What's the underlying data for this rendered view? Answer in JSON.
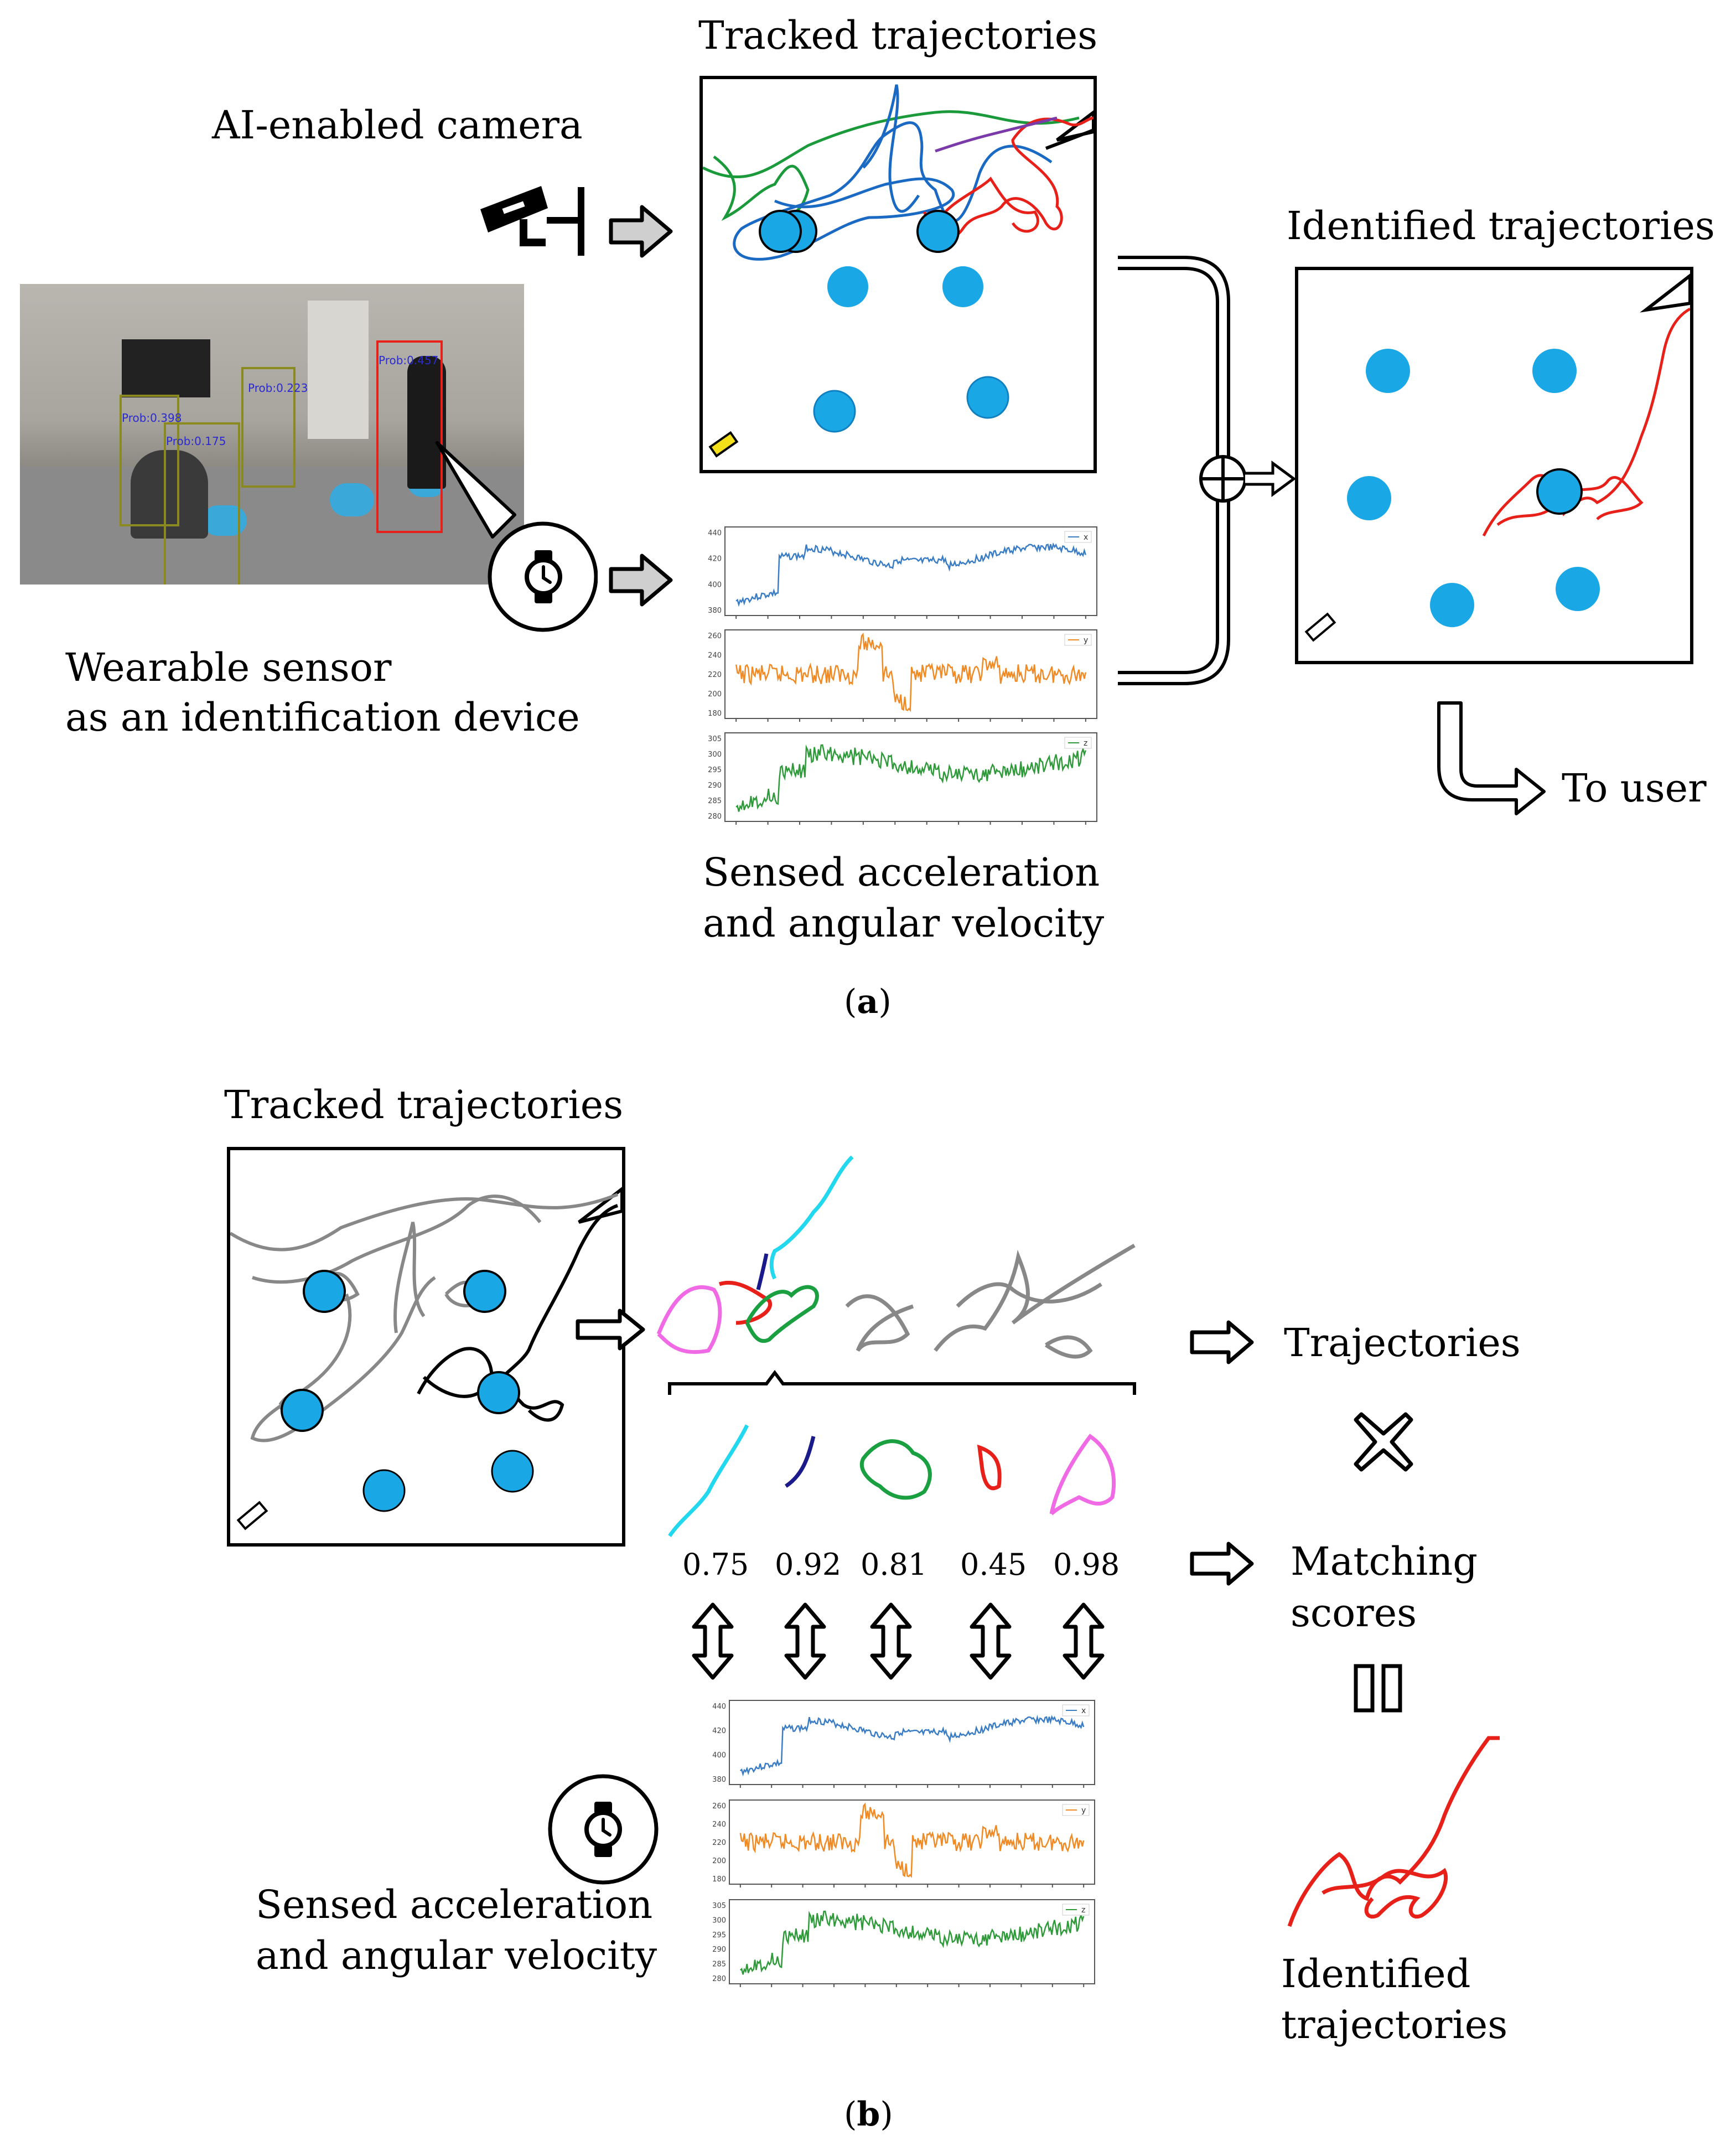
{
  "panel_a": {
    "camera_label": "AI-enabled camera",
    "tracked_title": "Tracked trajectories",
    "identified_title": "Identified trajectories",
    "wearable_label_line1": "Wearable sensor",
    "wearable_label_line2": "as an identification device",
    "sensed_line1": "Sensed acceleration",
    "sensed_line2": "and angular velocity",
    "to_user": "To user",
    "caption": "a",
    "photo_labels": [
      "Prob:0.457",
      "Prob:0.223",
      "Prob:0.398",
      "Prob:0.175"
    ]
  },
  "panel_b": {
    "tracked_title": "Tracked trajectories",
    "trajectories_label": "Trajectories",
    "matching_line1": "Matching",
    "matching_line2": "scores",
    "identified_line1": "Identified",
    "identified_line2": "trajectories",
    "sensed_line1": "Sensed acceleration",
    "sensed_line2": "and angular velocity",
    "scores": [
      "0.75",
      "0.92",
      "0.81",
      "0.45",
      "0.98"
    ],
    "caption": "b"
  },
  "sensor_plots": [
    {
      "legend": "x",
      "color": "#3a7dc4",
      "yticks": [
        "440",
        "420",
        "400",
        "380"
      ]
    },
    {
      "legend": "y",
      "color": "#f08a24",
      "yticks": [
        "260",
        "240",
        "220",
        "200",
        "180"
      ]
    },
    {
      "legend": "z",
      "color": "#2f9a3a",
      "yticks": [
        "305",
        "300",
        "295",
        "290",
        "285",
        "280"
      ]
    }
  ],
  "colors": {
    "seat": "#1aa7e6",
    "pad": "#f3e01a",
    "traj_red": "#e8201a",
    "traj_gray": "#888888"
  }
}
